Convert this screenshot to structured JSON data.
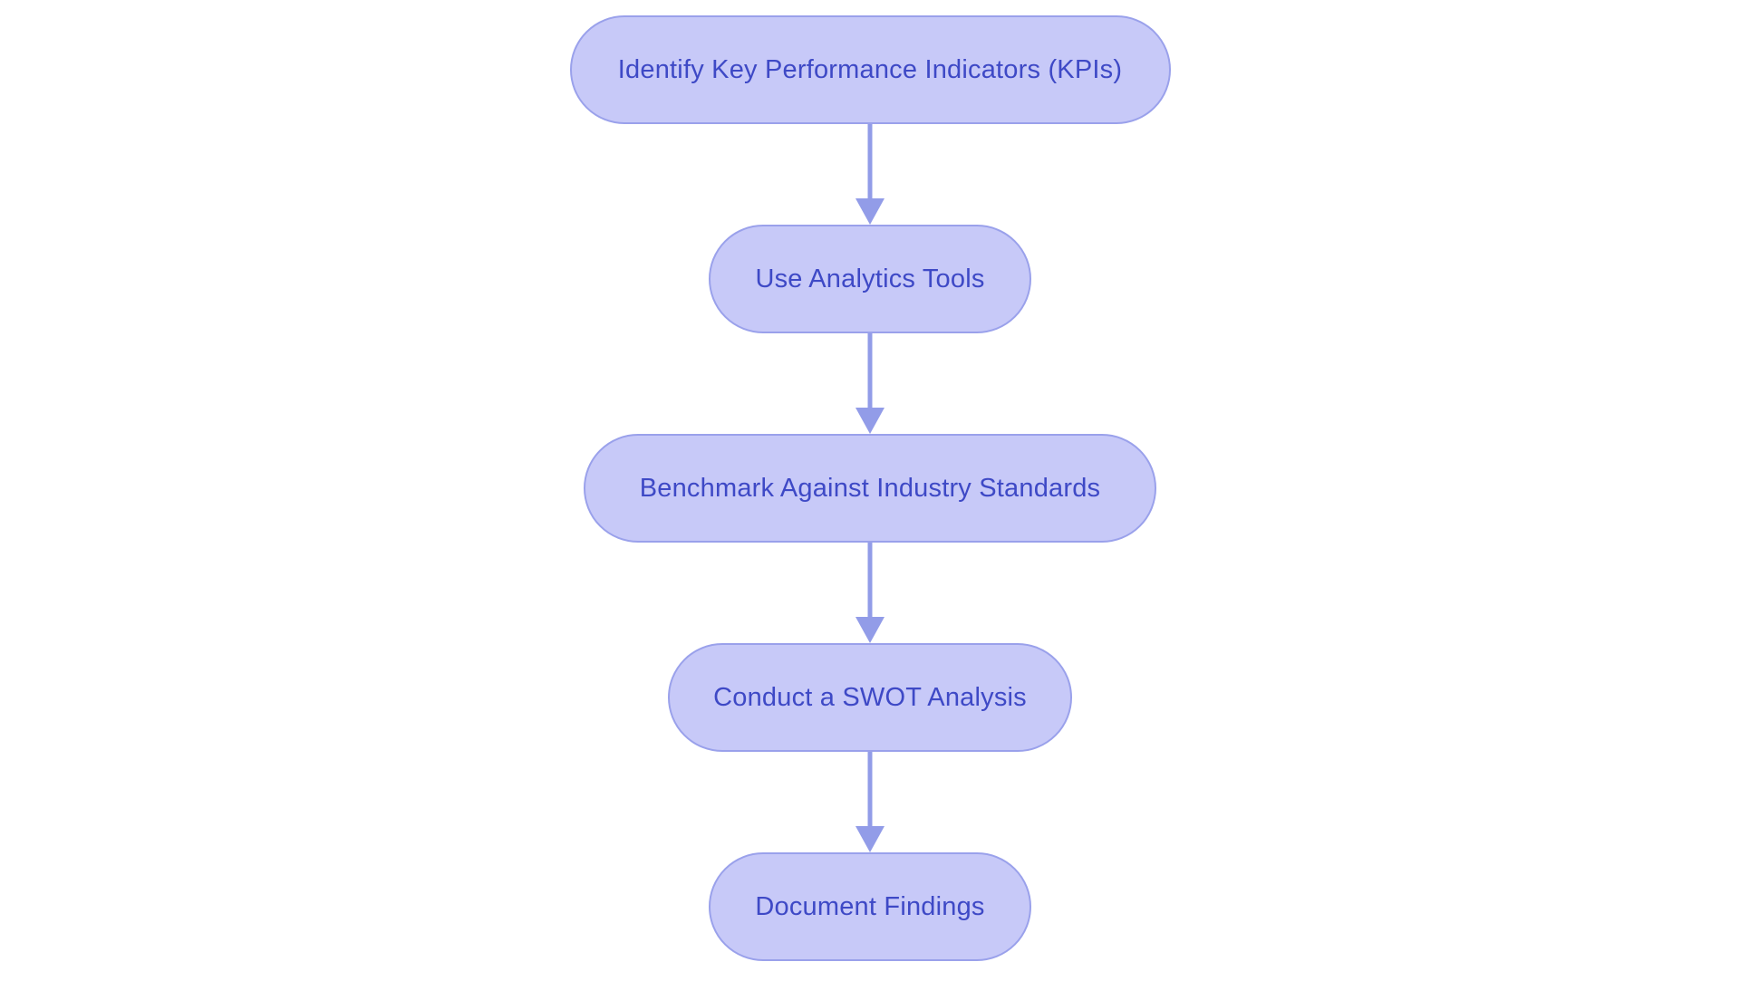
{
  "diagram": {
    "type": "flowchart",
    "direction": "top-down",
    "nodes": [
      {
        "id": "n1",
        "label": "Identify Key Performance Indicators (KPIs)"
      },
      {
        "id": "n2",
        "label": "Use Analytics Tools"
      },
      {
        "id": "n3",
        "label": "Benchmark Against Industry Standards"
      },
      {
        "id": "n4",
        "label": "Conduct a SWOT Analysis"
      },
      {
        "id": "n5",
        "label": "Document Findings"
      }
    ],
    "edges": [
      {
        "from": "n1",
        "to": "n2"
      },
      {
        "from": "n2",
        "to": "n3"
      },
      {
        "from": "n3",
        "to": "n4"
      },
      {
        "from": "n4",
        "to": "n5"
      }
    ],
    "colors": {
      "node_fill": "#c7c9f8",
      "node_border": "#9aa1eb",
      "node_text": "#3e49c6",
      "arrow": "#929ce8",
      "background": "#ffffff"
    }
  }
}
